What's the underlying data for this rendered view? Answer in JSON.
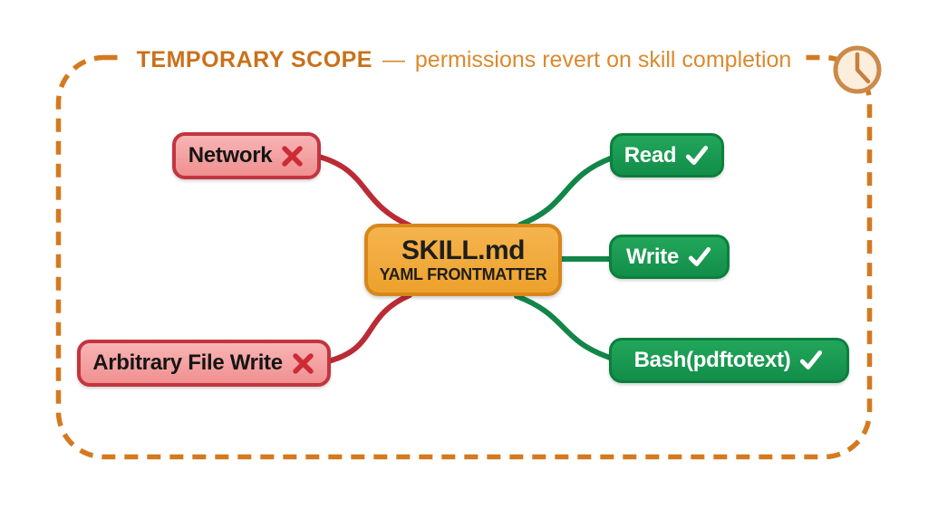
{
  "header": {
    "title": "TEMPORARY SCOPE",
    "separator": "—",
    "subtitle": "permissions revert on skill completion"
  },
  "center_node": {
    "title": "SKILL.md",
    "subtitle": "YAML FRONTMATTER"
  },
  "denied": [
    {
      "label": "Network",
      "mark": "x-icon"
    },
    {
      "label": "Arbitrary File Write",
      "mark": "x-icon"
    }
  ],
  "allowed": [
    {
      "label": "Read",
      "mark": "check-icon"
    },
    {
      "label": "Write",
      "mark": "check-icon"
    },
    {
      "label": "Bash(pdftotext)",
      "mark": "check-icon"
    }
  ],
  "icons": {
    "clock": "clock-icon"
  },
  "colors": {
    "background": "#ffffff",
    "scope_border": "#d4791f",
    "title_bold": "#c9711a",
    "title_rest": "#d98a2f",
    "denied_fill_top": "#f8b4b4",
    "denied_fill_bottom": "#f09090",
    "denied_border": "#c23540",
    "denied_line": "#ba2b35",
    "denied_mark": "#cd2b35",
    "allowed_fill_top": "#22a65b",
    "allowed_fill_bottom": "#128e49",
    "allowed_border": "#0b7f3e",
    "allowed_line": "#128648",
    "allowed_mark": "#ffffff",
    "center_fill_top": "#f5b44e",
    "center_fill_bottom": "#eda12d",
    "center_border": "#d8861c",
    "center_text": "#1e1e1c",
    "clock_stroke": "#cb8a4a",
    "clock_fill": "#fbeedc",
    "clock_hands": "#c5803f"
  }
}
